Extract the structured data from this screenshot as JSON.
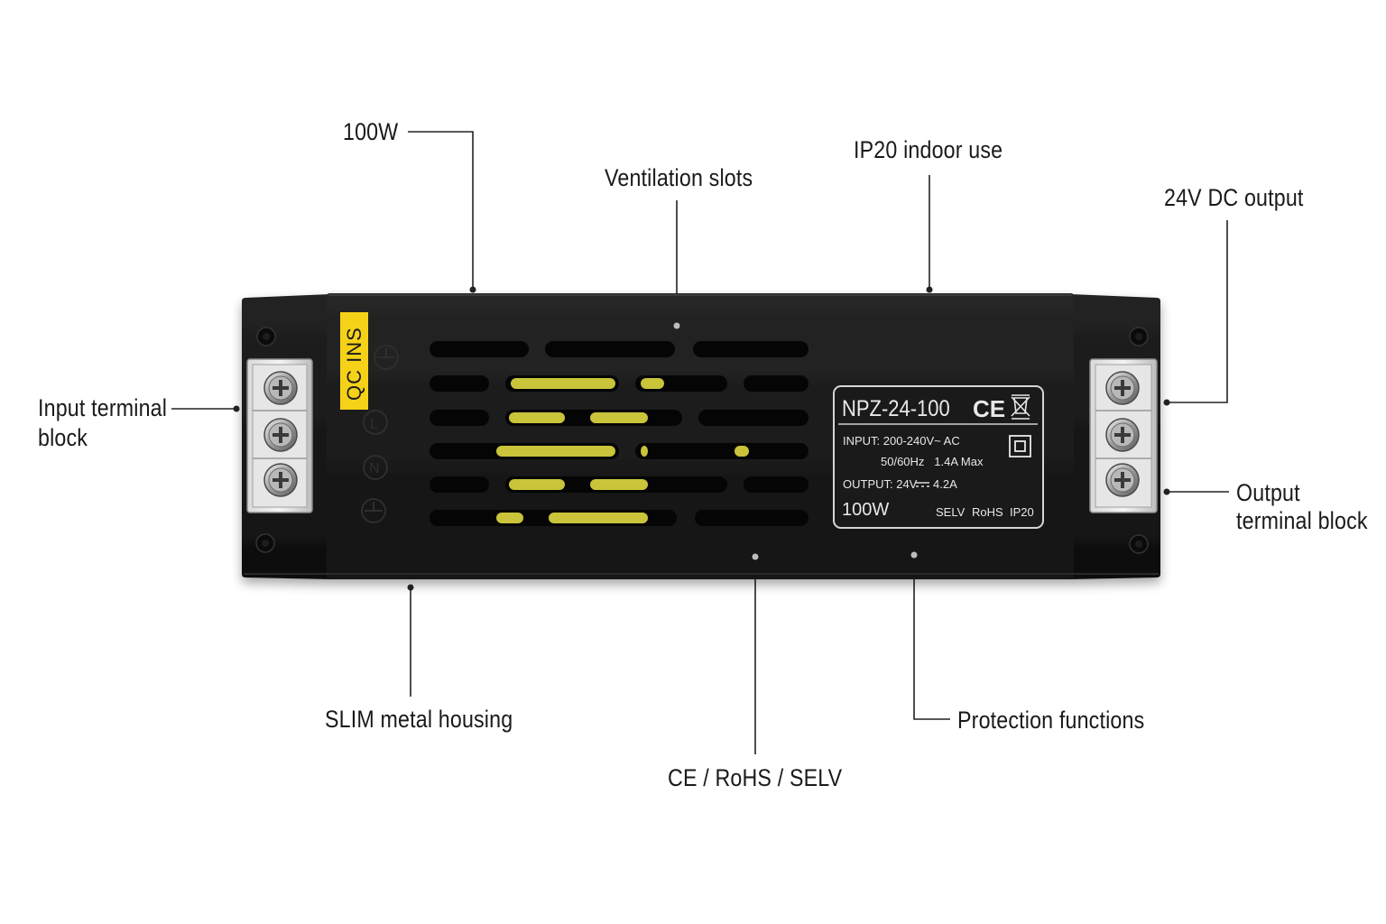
{
  "callouts": {
    "power": "100W",
    "ventilation": "Ventilation slots",
    "ip20": "IP20 indoor use",
    "dc_output": "24V DC output",
    "input_terminal_line1": "Input terminal",
    "input_terminal_line2": "block",
    "output_terminal_line1": "Output",
    "output_terminal_line2": "terminal block",
    "housing": "SLIM metal housing",
    "certifications": "CE / RoHS / SELV",
    "protection": "Protection functions"
  },
  "device": {
    "qc_sticker": "QC INS",
    "label": {
      "model": "NPZ-24-100",
      "ce_mark": "CE",
      "input_line1": "INPUT: 200-240V~ AC",
      "input_line2": "50/60Hz   1.4A Max",
      "output_prefix": "OUTPUT: 24V",
      "output_suffix": "4.2A",
      "power": "100W",
      "selv": "SELV",
      "rohs": "RoHS",
      "ip": "IP20"
    },
    "symbols": [
      "ground-symbol",
      "live-symbol",
      "neutral-symbol",
      "ground-symbol"
    ],
    "terminal_screws_left": 3,
    "terminal_screws_right": 3
  },
  "colors": {
    "housing": "#1b1b1b",
    "sticker": "#f5d218",
    "internal_pcb": "#c9c43a",
    "leader_line": "#222222"
  }
}
